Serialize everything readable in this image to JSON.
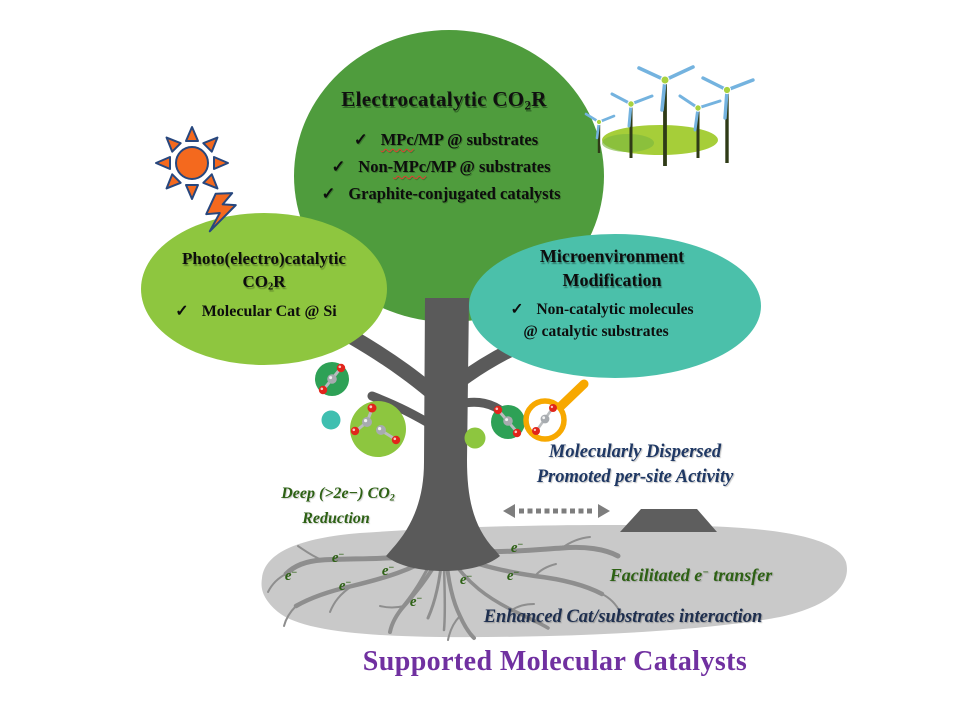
{
  "title": "Supported Molecular Catalysts",
  "icons": {
    "check": "✓",
    "sun": "sun-icon",
    "lightning": "lightning-bolt-icon",
    "wind_turbines": "wind-turbines-icon",
    "magnifier": "magnifier-icon",
    "co2_molecule": "co2-molecule-icon",
    "dashed_arrow": "double-headed-dashed-arrow-icon"
  },
  "canopy": {
    "heading_pre": "Electrocatalytic CO",
    "heading_sub": "2",
    "heading_post": "R",
    "items": [
      {
        "pre": "",
        "wavy": "MPc",
        "post": "/MP @ substrates"
      },
      {
        "pre": "Non-",
        "wavy": "MPc",
        "post": "/MP @ substrates"
      },
      {
        "pre": "Graphite-conjugated catalysts",
        "wavy": "",
        "post": ""
      }
    ]
  },
  "photo_blob": {
    "heading_line1": "Photo(electro)catalytic",
    "heading_co": "CO",
    "heading_sub": "2",
    "heading_r": "R",
    "item": "Molecular Cat @ Si"
  },
  "micro_blob": {
    "heading_line1": "Microenvironment",
    "heading_line2": "Modification",
    "item_line1": "Non-catalytic molecules",
    "item_line2": "@ catalytic substrates"
  },
  "annotations": {
    "deep_line1_pre": "Deep (>2e−) CO",
    "deep_sub": "2",
    "deep_line2": "Reduction",
    "dispersed_line1": "Molecularly Dispersed",
    "dispersed_line2": "Promoted per-site Activity",
    "facilitated_pre": "Facilitated e",
    "facilitated_sup": "−",
    "facilitated_post": " transfer",
    "enhanced": "Enhanced Cat/substrates interaction"
  },
  "electron": {
    "symbol": "e",
    "sup": "−"
  },
  "palette": {
    "canopy_green": "#4f9c3d",
    "photo_blob_green": "#8ec63f",
    "micro_blob_teal": "#4bc0aa",
    "trunk_gray": "#5a5a5a",
    "roots_gray": "#8e8e8e",
    "ground_gray": "#c9c9c9",
    "title_purple": "#7030a0",
    "navy_text": "#1f3864",
    "green_text": "#2d6114",
    "sun_orange": "#f4691e",
    "sun_outline_navy": "#27477e",
    "magnifier_yellow": "#f7a800",
    "molecule_red": "#e1251b",
    "molecule_gray": "#a7abaf",
    "wavy_red": "#e03c31"
  }
}
